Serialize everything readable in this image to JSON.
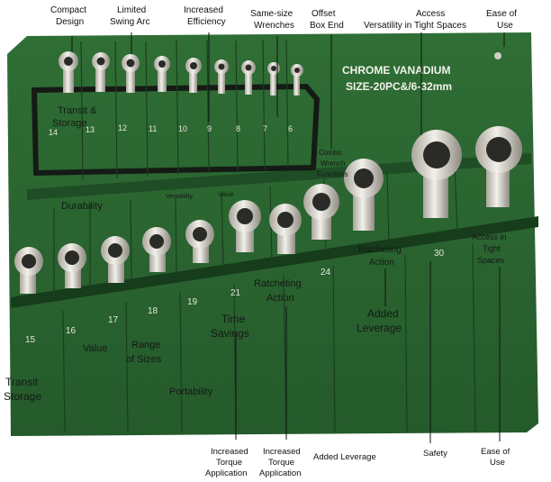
{
  "roll": {
    "title_line1": "CHROME VANADIUM",
    "title_line2": "SIZE-20PC&/6-32mm",
    "sizes_top": [
      "14",
      "13",
      "12",
      "11",
      "10",
      "9",
      "8",
      "7",
      "6"
    ],
    "sizes_bottom": [
      "15",
      "16",
      "17",
      "18",
      "19",
      "21",
      "24",
      "30"
    ]
  },
  "callouts_top": [
    {
      "line1": "Compact",
      "line2": "Design"
    },
    {
      "line1": "Limited",
      "line2": "Swing Arc"
    },
    {
      "line1": "Increased",
      "line2": "Efficiency"
    },
    {
      "line1": "Same-size",
      "line2": "Wrenches"
    },
    {
      "line1": "Offset",
      "line2": "Box End"
    },
    {
      "line1": "Versatility in Tight Spaces",
      "line2": ""
    },
    {
      "line1": "Access",
      "line2": ""
    },
    {
      "line1": "Ease of",
      "line2": "Use"
    }
  ],
  "callouts_bottom": [
    {
      "line1": "Increased",
      "line2": "Torque",
      "line3": "Application"
    },
    {
      "line1": "Increased",
      "line2": "Torque",
      "line3": "Application"
    },
    {
      "line1": "Added Leverage",
      "line2": "",
      "line3": ""
    },
    {
      "line1": "Safety",
      "line2": "",
      "line3": ""
    },
    {
      "line1": "Ease of",
      "line2": "Use",
      "line3": ""
    }
  ],
  "labels_on_roll": {
    "transit_top_1": "Transit &",
    "transit_top_2": "Storage",
    "durability": "Durability",
    "versatility": "Versatility",
    "value_small": "Value",
    "combo_1": "Combo",
    "combo_2": "Wrench",
    "combo_3": "Functions",
    "ratcheting_1": "Ratcheting",
    "ratcheting_2": "Action",
    "ratcheting_b1": "Ratcheting",
    "ratcheting_b2": "Action",
    "access_1": "Access in",
    "access_2": "Tight",
    "access_3": "Spaces",
    "added_1": "Added",
    "added_2": "Leverage",
    "time_1": "Time",
    "time_2": "Savings",
    "value": "Value",
    "range_1": "Range",
    "range_2": "of Sizes",
    "portability": "Portability",
    "transit_b1": "Transit",
    "transit_b2": "Storage"
  },
  "colors": {
    "canvas": "#2f6b35",
    "canvas_dark": "#1f4d25",
    "strap": "#151a15",
    "chrome": "#d9d6cf"
  }
}
